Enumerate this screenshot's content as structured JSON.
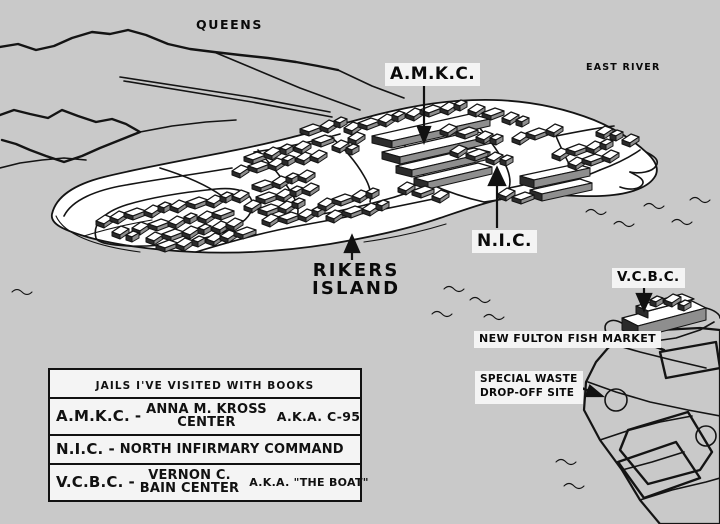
{
  "map": {
    "title_region": "Rikers Island hand-drawn map",
    "background_color": "#c9c9c9",
    "land_color": "#ffffff",
    "ink_color": "#111111",
    "label_box_color": "#f4f4f4",
    "labels": {
      "queens": "QUEENS",
      "east_river": "EAST  RIVER",
      "amkc": "A.M.K.C.",
      "nic": "N.I.C.",
      "rikers_line1": "RIKERS",
      "rikers_line2": "ISLAND",
      "vcbc": "V.C.B.C.",
      "fish_market": "NEW FULTON FISH MARKET",
      "special_waste_line1": "SPECIAL WASTE",
      "special_waste_line2": "DROP-OFF SITE"
    }
  },
  "legend": {
    "title": "JAILS  I'VE  VISITED WITH BOOKS",
    "rows": [
      {
        "abbr": "A.M.K.C.",
        "dash": "-",
        "full_line1": "ANNA M. KROSS",
        "full_line2": "CENTER",
        "aka": "A.K.A. C-95"
      },
      {
        "abbr": "N.I.C.",
        "dash": "-",
        "full_line1": "NORTH INFIRMARY COMMAND",
        "full_line2": "",
        "aka": ""
      },
      {
        "abbr": "V.C.B.C.",
        "dash": "-",
        "full_line1": "VERNON C.",
        "full_line2": "BAIN CENTER",
        "aka": "A.K.A. \"THE BOAT\""
      }
    ]
  }
}
